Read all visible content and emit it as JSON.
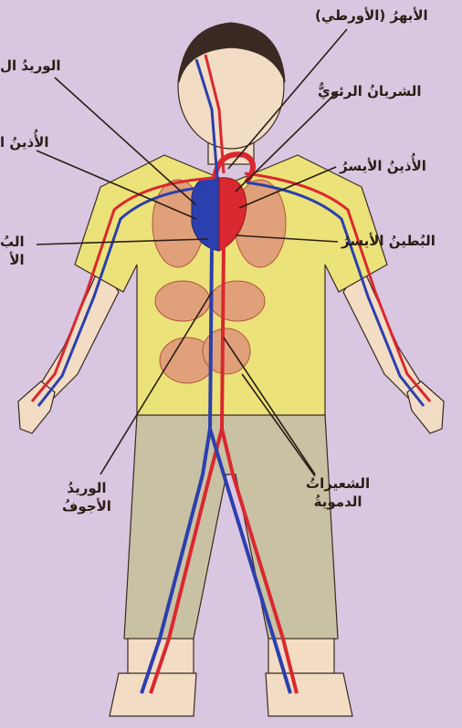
{
  "labels": {
    "aorta": "الأبهرُ (الأورطي)",
    "pulmonary_artery": "الشريانُ الرئويُّ",
    "left_atrium": "الأُذينُ الأيسرُ",
    "left_ventricle": "البُطينُ الأيسرُ",
    "vena_cava_line1": "الوريدُ",
    "vena_cava_line2": "الأجوفُ",
    "capillaries_line1": "الشعيراتُ",
    "capillaries_line2": "الدمويةُ",
    "cut_pulmonary_vein": "الوريدُ ال",
    "cut_right_atrium": "الأُذينُ ا",
    "cut_right_ventricle_line1": "البُ",
    "cut_right_ventricle_line2": "الأ"
  },
  "colors": {
    "background": "#d9c6e0",
    "shirt": "#ece27a",
    "pants": "#c9c1a4",
    "skin": "#f2dcc4",
    "artery": "#d9282f",
    "vein": "#2b3fae",
    "organ": "#e0a07a",
    "leader_line": "#2b1d14"
  }
}
